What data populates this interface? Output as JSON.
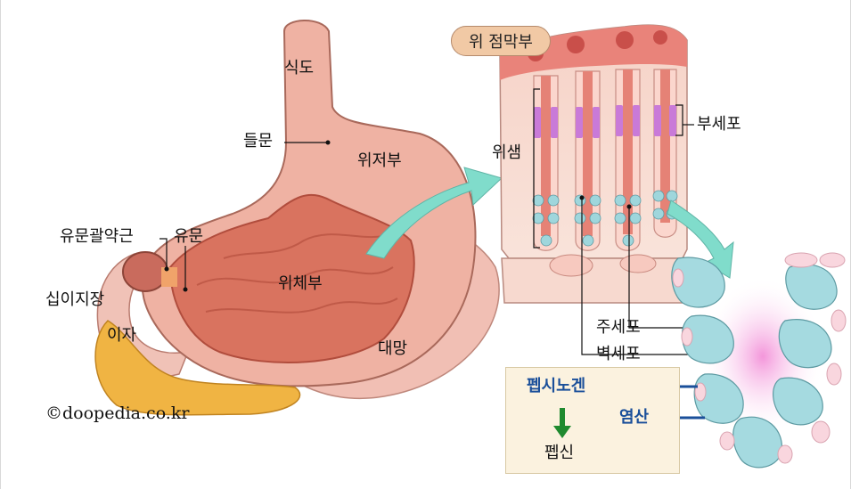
{
  "labels": {
    "esophagus": "식도",
    "cardia": "들문",
    "fundus": "위저부",
    "pyloric_sphincter": "유문괄약근",
    "pylorus": "유문",
    "duodenum": "십이지장",
    "body": "위체부",
    "pancreas": "이자",
    "greater_omentum": "대망",
    "mucosa": "위 점막부",
    "gastric_pit": "위샘",
    "mucous_cell": "부세포",
    "chief_cell": "주세포",
    "parietal_cell": "벽세포"
  },
  "process": {
    "pepsinogen": "펩시노겐",
    "acid": "염산",
    "pepsin": "펩신"
  },
  "copyright": "©doopedia.co.kr",
  "colors": {
    "stomach": "#e9a99c",
    "stomach_inner": "#d96f5f",
    "pancreas": "#f0b443",
    "arrow_teal": "#7fd9c8",
    "process_arrow": "#1a4f9a",
    "green_arrow": "#1f8a2f",
    "cell_teal": "#9fd6dc",
    "gland_purple": "#c97ad8"
  }
}
